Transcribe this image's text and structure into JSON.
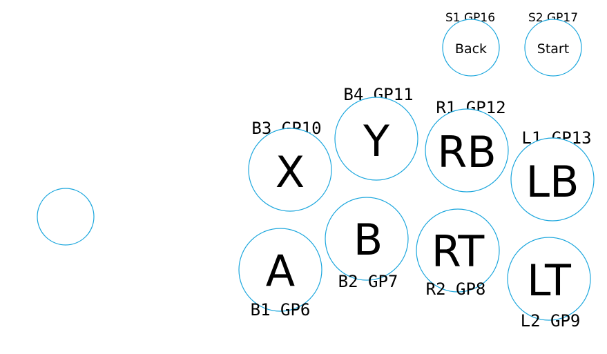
{
  "colors": {
    "circle_stroke": "#1aa6dd",
    "text": "#000000",
    "background": "#ffffff"
  },
  "stick": {
    "label": ""
  },
  "buttons": {
    "back": {
      "label": "Back",
      "pin": "S1 GP16"
    },
    "start": {
      "label": "Start",
      "pin": "S2 GP17"
    },
    "y": {
      "label": "Y",
      "pin": "B4 GP11"
    },
    "x": {
      "label": "X",
      "pin": "B3 GP10"
    },
    "rb": {
      "label": "RB",
      "pin": "R1 GP12"
    },
    "lb": {
      "label": "LB",
      "pin": "L1 GP13"
    },
    "a": {
      "label": "A",
      "pin": "B1 GP6"
    },
    "b": {
      "label": "B",
      "pin": "B2 GP7"
    },
    "rt": {
      "label": "RT",
      "pin": "R2 GP8"
    },
    "lt": {
      "label": "LT",
      "pin": "L2 GP9"
    }
  }
}
